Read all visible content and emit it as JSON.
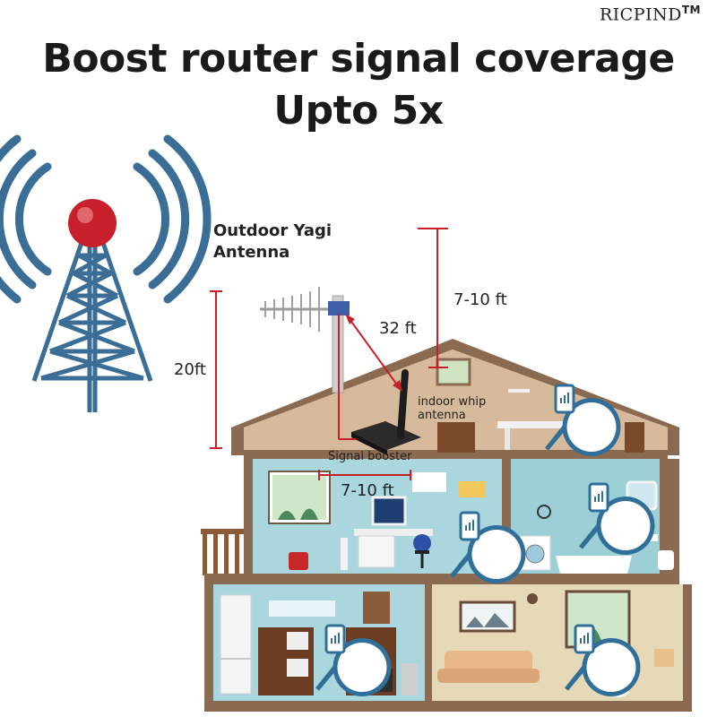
{
  "brand": {
    "name": "RICPIND",
    "tm": "TM"
  },
  "headline": {
    "line1": "Boost router signal coverage",
    "line2": "Upto 5x"
  },
  "labels": {
    "outdoor_antenna_line1": "Outdoor Yagi",
    "outdoor_antenna_line2": "Antenna",
    "distance_32": "32 ft",
    "distance_roof": "7-10 ft",
    "height_20": "20ft",
    "indoor_whip_line1": "indoor whip",
    "indoor_whip_line2": "antenna",
    "signal_booster": "Signal booster",
    "distance_indoor": "7-10 ft"
  },
  "colors": {
    "tower": "#3b6e96",
    "tower_ball": "#c8202a",
    "roof": "#8a6a50",
    "attic_wall": "#d7b99b",
    "room_cyan": "#a9d7dd",
    "room_beige": "#e5d9b8",
    "phone_pin": "#2f6f9a",
    "measure_red": "#c8202a"
  }
}
